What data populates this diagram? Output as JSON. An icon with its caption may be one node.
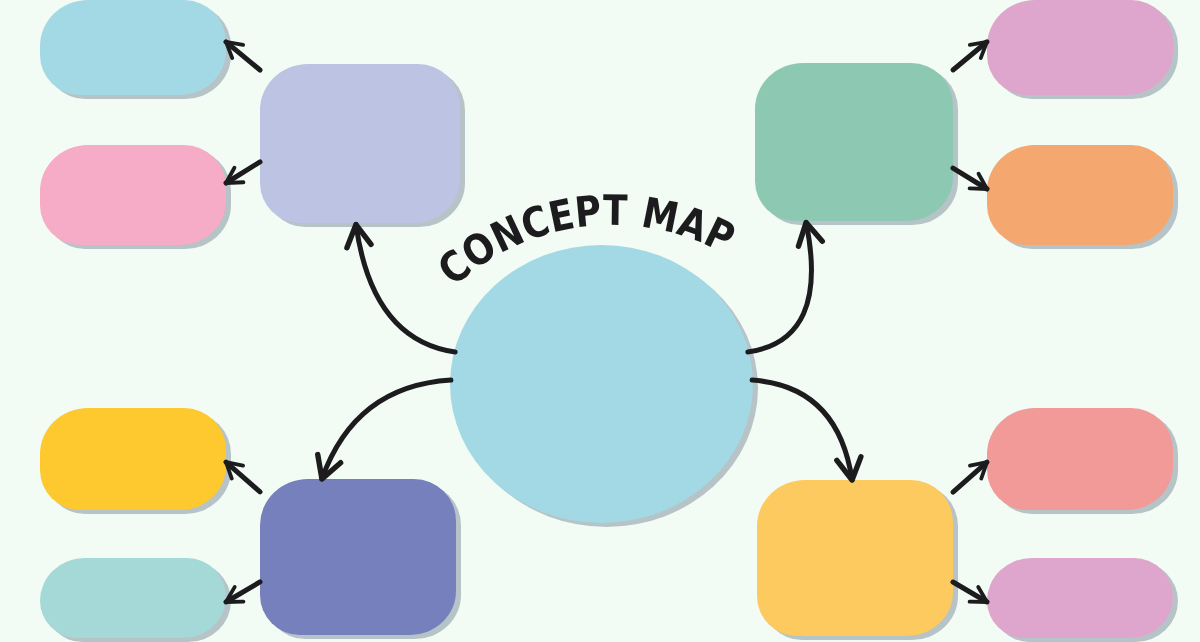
{
  "diagram": {
    "title": "CONCEPT MAP",
    "nodes": [
      {
        "text": [],
        "shape": "circle"
      },
      {
        "text": [],
        "shape": "box"
      },
      {
        "text": [],
        "shape": "box"
      },
      {
        "text": [],
        "shape": "box"
      },
      {
        "text": [],
        "shape": "box"
      },
      {
        "text": [],
        "shape": "box"
      },
      {
        "text": [],
        "shape": "box"
      },
      {
        "text": [],
        "shape": "box"
      },
      {
        "text": [],
        "shape": "box"
      },
      {
        "text": [],
        "shape": "box"
      },
      {
        "text": [],
        "shape": "box"
      },
      {
        "text": [],
        "shape": "box"
      },
      {
        "text": [],
        "shape": "box"
      }
    ],
    "edges": [
      {
        "from": 0,
        "to": 1,
        "arrow": "to"
      },
      {
        "from": 0,
        "to": 2,
        "arrow": "to"
      },
      {
        "from": 0,
        "to": 3,
        "arrow": "to"
      },
      {
        "from": 0,
        "to": 4,
        "arrow": "to"
      },
      {
        "from": 1,
        "to": 5,
        "arrow": "to"
      },
      {
        "from": 1,
        "to": 6,
        "arrow": "to"
      },
      {
        "from": 2,
        "to": 7,
        "arrow": "to"
      },
      {
        "from": 2,
        "to": 8,
        "arrow": "to"
      },
      {
        "from": 3,
        "to": 9,
        "arrow": "to"
      },
      {
        "from": 3,
        "to": 10,
        "arrow": "to"
      },
      {
        "from": 4,
        "to": 11,
        "arrow": "to"
      },
      {
        "from": 4,
        "to": 12,
        "arrow": "to"
      }
    ]
  }
}
